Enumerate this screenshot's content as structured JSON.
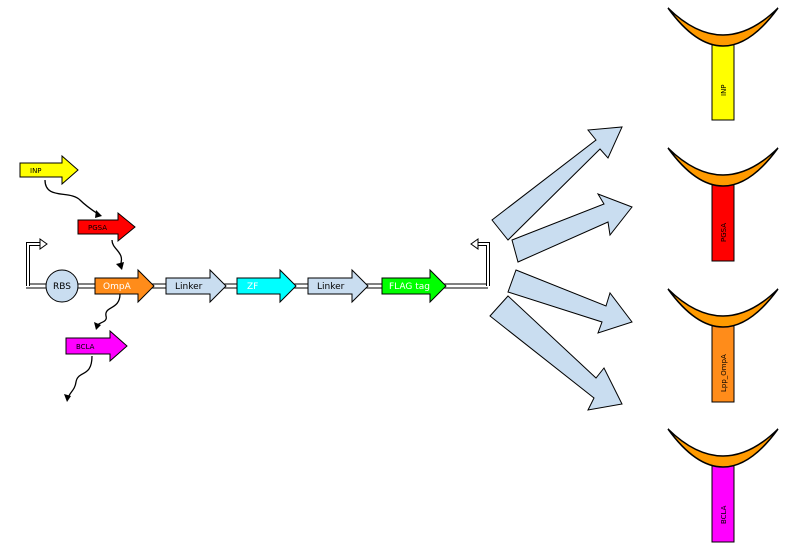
{
  "colors": {
    "inp": "#ffff00",
    "pgsa": "#ff0000",
    "ompa": "#ff8c1a",
    "bcla": "#ff00ff",
    "linker": "#c9ddf0",
    "zf": "#00ffff",
    "flag": "#00ff00",
    "rbs": "#c9ddf0",
    "receptor": "#ff9a00",
    "big_arrow": "#c9ddf0",
    "stroke": "#000000"
  },
  "anchors": {
    "inp": "INP",
    "pgsa": "PGSA",
    "bcla": "BCLA"
  },
  "construct": {
    "rbs": "RBS",
    "parts": [
      "OmpA",
      "Linker",
      "ZF",
      "Linker",
      "FLAG tag"
    ]
  },
  "displays": [
    "INP",
    "PGSA",
    "Lpp_OmpA",
    "BCLA"
  ]
}
